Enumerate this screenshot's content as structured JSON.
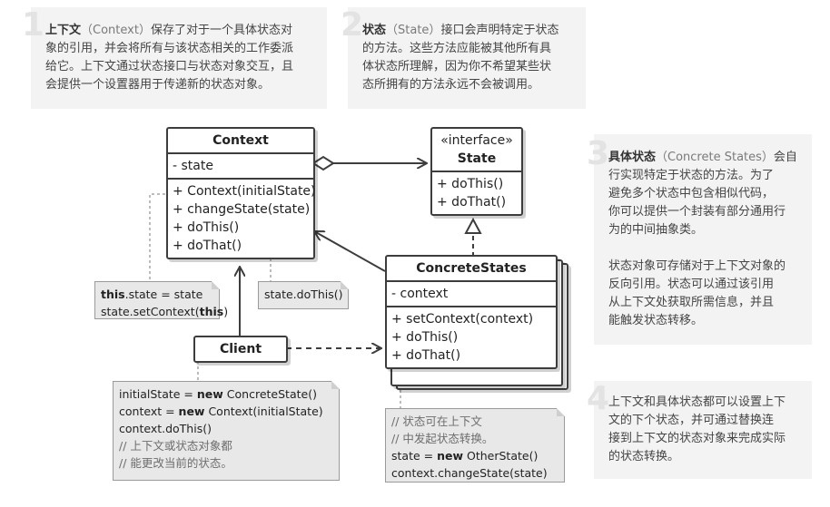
{
  "notes": [
    {
      "num": "1",
      "bold": "上下文",
      "en": "（Context）",
      "lines": [
        "保存了对于一个具体状态对",
        "象的引用，并会将所有与该状态相关的工作委派",
        "给它。上下文通过状态接口与状态对象交互，且",
        "会提供一个设置器用于传递新的状态对象。"
      ]
    },
    {
      "num": "2",
      "bold": "状态",
      "en": "（State）",
      "lines": [
        "接口会声明特定于状态",
        "的方法。这些方法应能被其他所有具",
        "体状态所理解，因为你不希望某些状",
        "态所拥有的方法永远不会被调用。"
      ]
    },
    {
      "num": "3",
      "bold": "具体状态",
      "en": "（Concrete States）",
      "lines": [
        "会自",
        "行实现特定于状态的方法。为了",
        "避免多个状态中包含相似代码，",
        "你可以提供一个封装有部分通用行",
        "为的中间抽象类。",
        "",
        "状态对象可存储对于上下文对象的",
        "反向引用。状态可以通过该引用",
        "从上下文处获取所需信息，并且",
        "能触发状态转移。"
      ]
    },
    {
      "num": "4",
      "bold": "",
      "en": "",
      "lines": [
        "上下文和具体状态都可以设置上下",
        "文的下个状态，并可通过替换连",
        "接到上下文的状态对象来完成实际",
        "的状态转换。"
      ]
    }
  ],
  "classes": {
    "context": {
      "name": "Context",
      "fields": [
        "- state"
      ],
      "methods": [
        "+ Context(initialState)",
        "+ changeState(state)",
        "+ doThis()",
        "+ doThat()"
      ]
    },
    "state": {
      "stereotype": "«interface»",
      "name": "State",
      "methods": [
        "+ doThis()",
        "+ doThat()"
      ]
    },
    "concrete": {
      "name": "ConcreteStates",
      "fields": [
        "- context"
      ],
      "methods": [
        "+ setContext(context)",
        "+ doThis()",
        "+ doThat()"
      ]
    },
    "client": {
      "name": "Client"
    }
  },
  "code_notes": {
    "this_state": {
      "line1_kw": "this",
      "line1_rest": ".state = state",
      "line2_pre": "state.setContext(",
      "line2_kw": "this",
      "line2_post": ")"
    },
    "dothis": {
      "text": "state.doThis()"
    },
    "client": {
      "l1_pre": "initialState = ",
      "l1_kw": "new",
      "l1_post": " ConcreteState()",
      "l2_pre": "context = ",
      "l2_kw": "new",
      "l2_post": " Context(initialState)",
      "l3": "context.doThis()",
      "l4": "// 上下文或状态对象都",
      "l5": "// 能更改当前的状态。"
    },
    "concrete": {
      "l1": "// 状态可在上下文",
      "l2": "// 中发起状态转换。",
      "l3_pre": "state = ",
      "l3_kw": "new",
      "l3_post": " OtherState()",
      "l4": "context.changeState(state)"
    }
  }
}
